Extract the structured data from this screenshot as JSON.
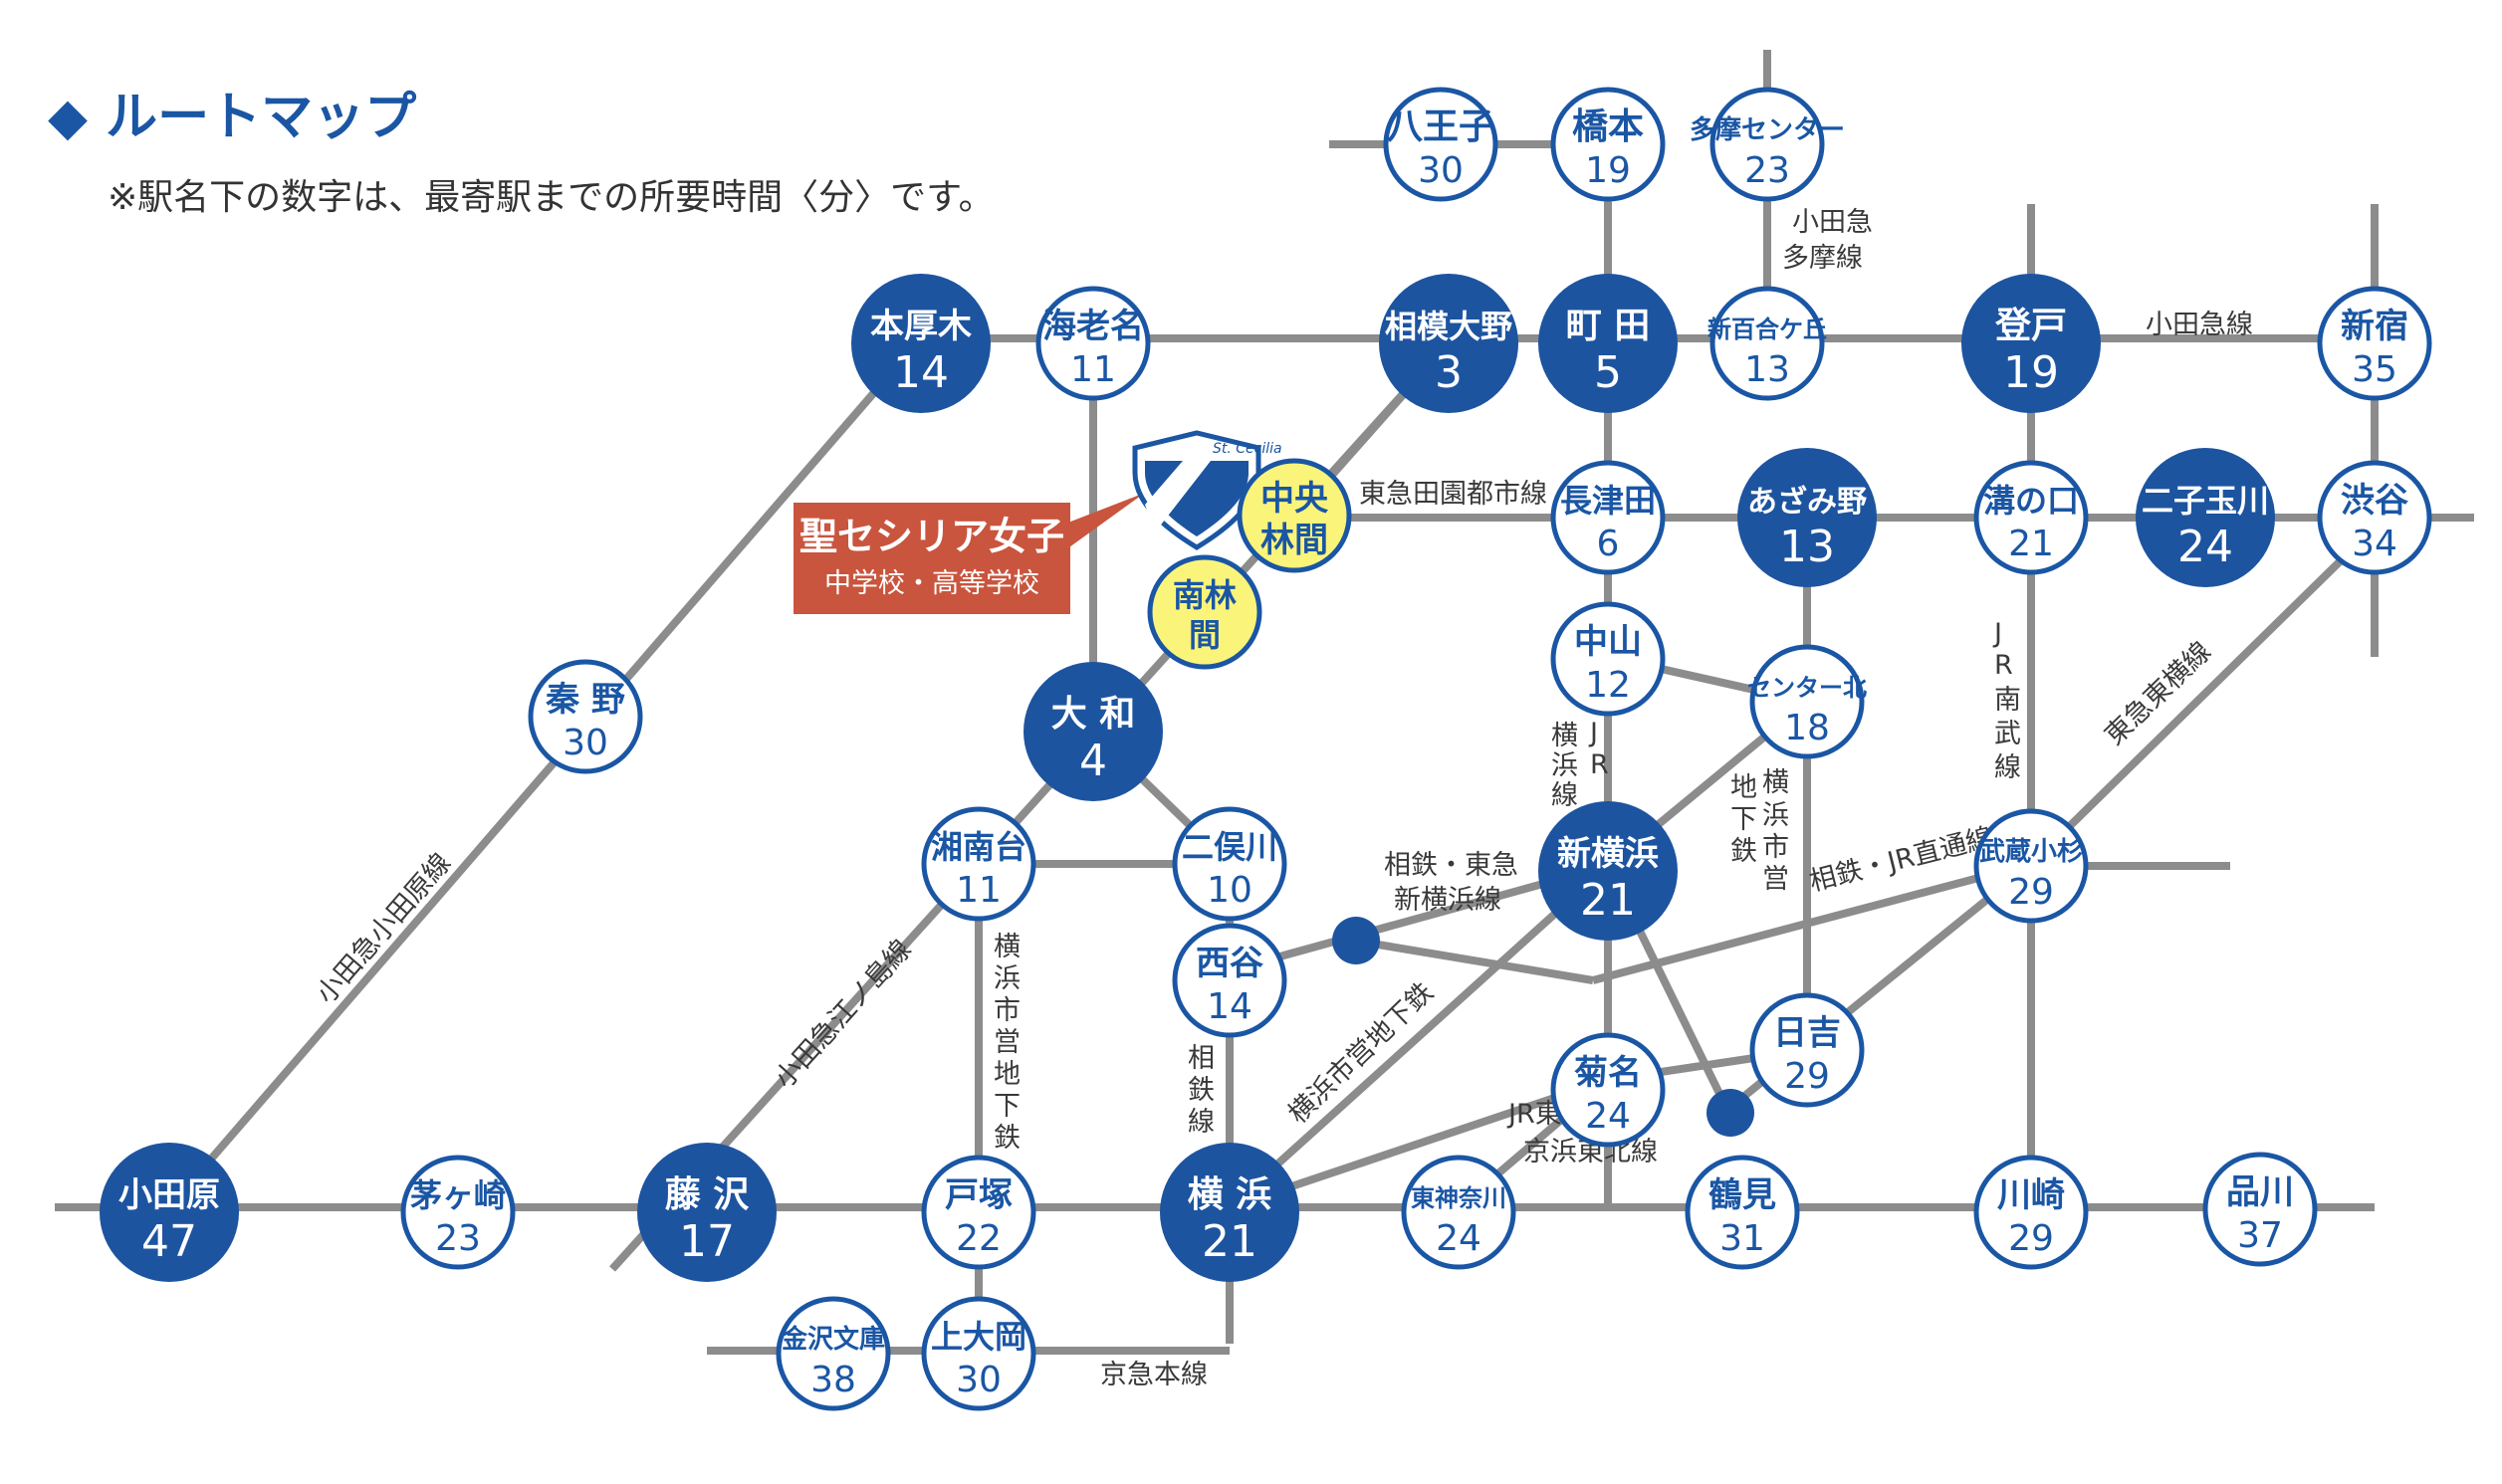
{
  "header": {
    "title": "◆ ルートマップ",
    "note": "※駅名下の数字は、最寄駅までの所要時間〈分〉です。"
  },
  "school": {
    "name": "聖セシリア女子",
    "sub": "中学校・高等学校",
    "logo_text": "St. Cecilia"
  },
  "colors": {
    "primary_blue": "#1d54a0",
    "line_gray": "#8c8c8c",
    "school_highlight": "#fbf47a",
    "school_box": "#c9553e"
  },
  "stations": [
    {
      "id": "hachioji",
      "name": "八王子",
      "time": "30",
      "type": "open"
    },
    {
      "id": "hashimoto",
      "name": "橋本",
      "time": "19",
      "type": "open"
    },
    {
      "id": "tama-center",
      "name": "多摩センター",
      "time": "23",
      "type": "open"
    },
    {
      "id": "hon-atsugi",
      "name": "本厚木",
      "time": "14",
      "type": "major"
    },
    {
      "id": "ebina",
      "name": "海老名",
      "time": "11",
      "type": "open"
    },
    {
      "id": "sagami-ono",
      "name": "相模大野",
      "time": "3",
      "type": "major"
    },
    {
      "id": "machida",
      "name": "町 田",
      "time": "5",
      "type": "major"
    },
    {
      "id": "shinyurigaoka",
      "name": "新百合ケ丘",
      "time": "13",
      "type": "open"
    },
    {
      "id": "noborito",
      "name": "登戸",
      "time": "19",
      "type": "major"
    },
    {
      "id": "shinjuku",
      "name": "新宿",
      "time": "35",
      "type": "open"
    },
    {
      "id": "chuo-rinkan",
      "name": "中央林間",
      "time": "",
      "type": "school"
    },
    {
      "id": "minami-rinkan",
      "name": "南林間",
      "time": "",
      "type": "school"
    },
    {
      "id": "nagatsuta",
      "name": "長津田",
      "time": "6",
      "type": "open"
    },
    {
      "id": "azamino",
      "name": "あざみ野",
      "time": "13",
      "type": "major"
    },
    {
      "id": "mizonokuchi",
      "name": "溝の口",
      "time": "21",
      "type": "open"
    },
    {
      "id": "futako-tamagawa",
      "name": "二子玉川",
      "time": "24",
      "type": "major"
    },
    {
      "id": "shibuya",
      "name": "渋谷",
      "time": "34",
      "type": "open"
    },
    {
      "id": "hadano",
      "name": "秦 野",
      "time": "30",
      "type": "open"
    },
    {
      "id": "yamato",
      "name": "大 和",
      "time": "4",
      "type": "major"
    },
    {
      "id": "nakayama",
      "name": "中山",
      "time": "12",
      "type": "open"
    },
    {
      "id": "center-kita",
      "name": "センター北",
      "time": "18",
      "type": "open"
    },
    {
      "id": "shonandai",
      "name": "湘南台",
      "time": "11",
      "type": "open"
    },
    {
      "id": "futamatagawa",
      "name": "二俣川",
      "time": "10",
      "type": "open"
    },
    {
      "id": "shin-yokohama",
      "name": "新横浜",
      "time": "21",
      "type": "major"
    },
    {
      "id": "musashi-kosugi",
      "name": "武蔵小杉",
      "time": "29",
      "type": "open"
    },
    {
      "id": "nishiya",
      "name": "西谷",
      "time": "14",
      "type": "open"
    },
    {
      "id": "hiyoshi",
      "name": "日吉",
      "time": "29",
      "type": "open"
    },
    {
      "id": "kikuna",
      "name": "菊名",
      "time": "24",
      "type": "open"
    },
    {
      "id": "odawara",
      "name": "小田原",
      "time": "47",
      "type": "major"
    },
    {
      "id": "chigasaki",
      "name": "茅ヶ崎",
      "time": "23",
      "type": "open"
    },
    {
      "id": "fujisawa",
      "name": "藤 沢",
      "time": "17",
      "type": "major"
    },
    {
      "id": "totsuka",
      "name": "戸塚",
      "time": "22",
      "type": "open"
    },
    {
      "id": "yokohama",
      "name": "横 浜",
      "time": "21",
      "type": "major"
    },
    {
      "id": "higashi-kanagawa",
      "name": "東神奈川",
      "time": "24",
      "type": "open"
    },
    {
      "id": "tsurumi",
      "name": "鶴見",
      "time": "31",
      "type": "open"
    },
    {
      "id": "kawasaki",
      "name": "川崎",
      "time": "29",
      "type": "open"
    },
    {
      "id": "shinagawa",
      "name": "品川",
      "time": "37",
      "type": "open"
    },
    {
      "id": "kanazawa-bunko",
      "name": "金沢文庫",
      "time": "38",
      "type": "open"
    },
    {
      "id": "kamiooka",
      "name": "上大岡",
      "time": "30",
      "type": "open"
    }
  ],
  "line_labels": {
    "odakyu_tama": [
      "小田急",
      "多摩線"
    ],
    "odakyu": "小田急線",
    "denentoshi": "東急田園都市線",
    "yokohama_line": [
      "J",
      "R",
      "横",
      "浜",
      "線"
    ],
    "nanbu_line": [
      "J",
      "R",
      "南",
      "武",
      "線"
    ],
    "toyoko": "東急東横線",
    "subway_blue_v": [
      "横",
      "浜",
      "市",
      "営",
      "地",
      "下",
      "鉄"
    ],
    "subway_green": [
      "横",
      "浜",
      "市",
      "営",
      "地",
      "下",
      "鉄"
    ],
    "sotetsu_tokyu": [
      "相鉄・東急",
      "新横浜線"
    ],
    "sotetsu_jr": "相鉄・JR直通線",
    "odakyu_odawara": "小田急小田原線",
    "odakyu_enoshima": "小田急江ノ島線",
    "subway_diag": "横浜市営地下鉄",
    "sotetsu": [
      "相",
      "鉄",
      "線"
    ],
    "tokaido": [
      "JR東海道線",
      "京浜東北線"
    ],
    "keikyu": "京急本線"
  }
}
